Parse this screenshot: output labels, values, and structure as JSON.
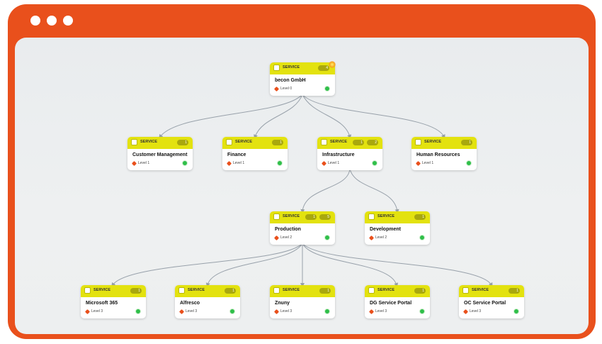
{
  "window": {
    "accent_color": "#e9501c"
  },
  "nodes": {
    "becon": {
      "type": "SERVICE",
      "title": "becon GmbH",
      "level": "Level 0",
      "badge": "4"
    },
    "customer": {
      "type": "SERVICE",
      "title": "Customer Management",
      "level": "Level 1",
      "badge": "1"
    },
    "finance": {
      "type": "SERVICE",
      "title": "Finance",
      "level": "Level 1",
      "badge": "1"
    },
    "infra": {
      "type": "SERVICE",
      "title": "Infrastructure",
      "level": "Level 1",
      "badge": "1",
      "badge2": "2"
    },
    "hr": {
      "type": "SERVICE",
      "title": "Human Resources",
      "level": "Level 1",
      "badge": "1"
    },
    "production": {
      "type": "SERVICE",
      "title": "Production",
      "level": "Level 2",
      "badge": "1",
      "badge2": "5"
    },
    "development": {
      "type": "SERVICE",
      "title": "Development",
      "level": "Level 2",
      "badge": "1"
    },
    "ms365": {
      "type": "SERVICE",
      "title": "Microsoft 365",
      "level": "Level 3",
      "badge": "1"
    },
    "alfresco": {
      "type": "SERVICE",
      "title": "Alfresco",
      "level": "Level 3",
      "badge": "1"
    },
    "znuny": {
      "type": "SERVICE",
      "title": "Znuny",
      "level": "Level 3",
      "badge": "1"
    },
    "dg": {
      "type": "SERVICE",
      "title": "DG Service Portal",
      "level": "Level 3",
      "badge": "1"
    },
    "oc": {
      "type": "SERVICE",
      "title": "OC Service Portal",
      "level": "Level 3",
      "badge": "1"
    }
  },
  "colors": {
    "header": "#e3e20f",
    "status_ok": "#2fbf4a",
    "edge": "#98a1aa"
  }
}
